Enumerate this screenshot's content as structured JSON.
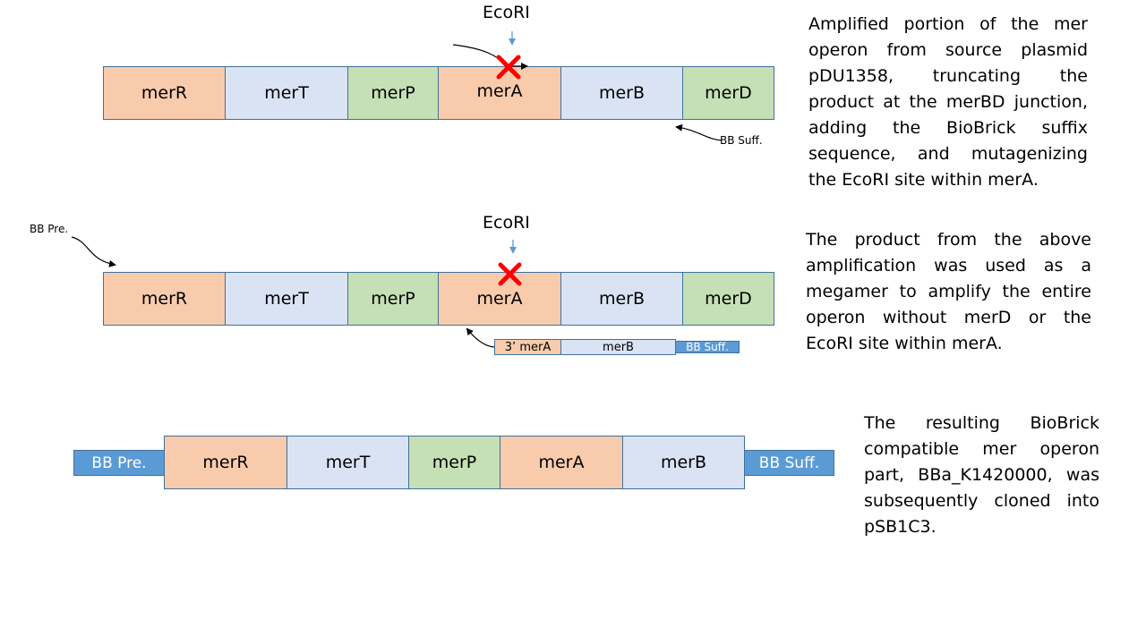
{
  "colors": {
    "orange": "#f8cbad",
    "blue": "#dae3f3",
    "green": "#c5e0b4",
    "biobrick": "#5b9bd5",
    "border": "#41719c",
    "mutation_x": "#ff0000"
  },
  "row1": {
    "site_label": "EcoRI",
    "suffix_primer_label": "BB Suff.",
    "genes": [
      "merR",
      "merT",
      "merP",
      "merA",
      "merB",
      "merD"
    ],
    "description": "Amplified portion of the mer operon from source plasmid pDU1358, truncating the product at the merBD junction, adding the BioBrick suffix sequence, and mutagenizing the EcoRI site within merA."
  },
  "row2": {
    "site_label": "EcoRI",
    "prefix_primer_label": "BB Pre.",
    "genes": [
      "merR",
      "merT",
      "merP",
      "merA",
      "merB",
      "merD"
    ],
    "megamer": {
      "part1": "3’ merA",
      "part2": "merB",
      "part3": "BB Suff."
    },
    "description": "The product from the above amplification was used as a megamer to amplify the entire operon without merD or the EcoRI site within merA."
  },
  "row3": {
    "prefix": "BB Pre.",
    "suffix": "BB Suff.",
    "genes": [
      "merR",
      "merT",
      "merP",
      "merA",
      "merB"
    ],
    "description": "The resulting BioBrick compatible mer operon part, BBa_K1420000, was subsequently cloned into pSB1C3."
  }
}
